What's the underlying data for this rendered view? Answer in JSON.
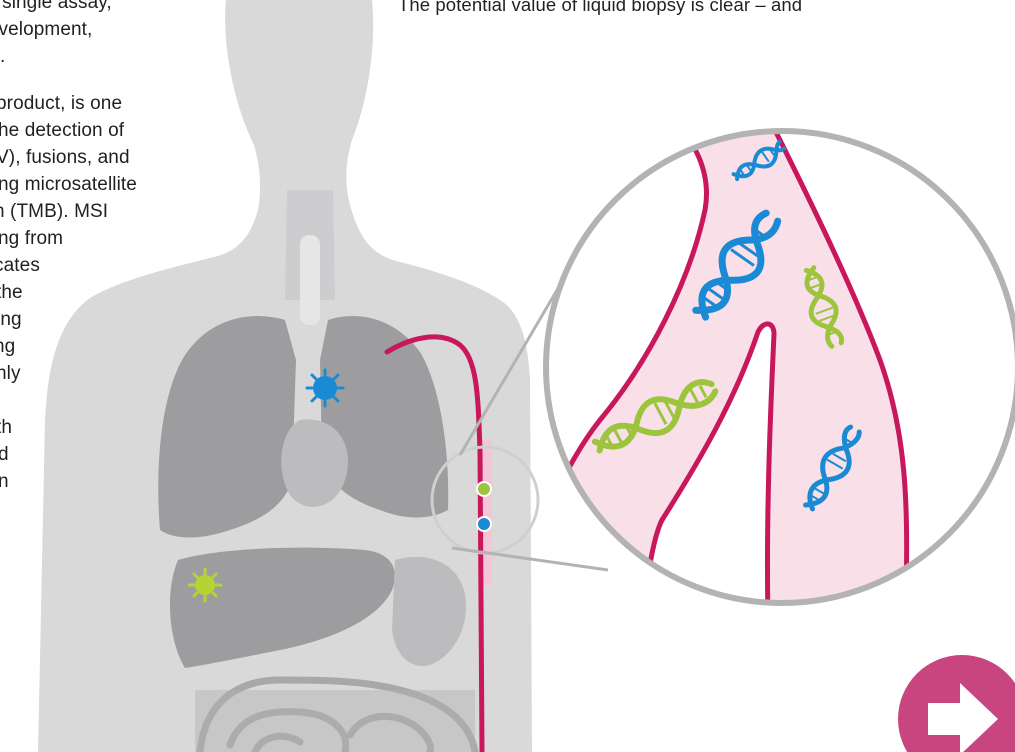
{
  "article": {
    "left_text_lines": [
      "o a single assay,\"",
      "Development,",
      ".",
      "product, is one",
      "he detection of",
      "V), fusions, and",
      "ng microsatellite",
      "n (TMB). MSI",
      "ng from",
      "cates",
      "the",
      "ing",
      "ng",
      "nly",
      "th",
      "d",
      "n"
    ],
    "right_text_line": "The potential value of liquid biopsy is clear – and"
  },
  "illustration": {
    "colors": {
      "body": "#d9d9d9",
      "organ": "#9d9d9f",
      "organ_light": "#bcbcbe",
      "vessel": "#c8175d",
      "vessel_fill": "#f9dfe8",
      "magnifier_ring": "#b3b3b3",
      "dna_blue": "#1a8ad4",
      "dna_green": "#9dc43d",
      "tumor_blue": "#1a8ad4",
      "tumor_green": "#b5d334"
    },
    "icons": [
      "human-body-silhouette",
      "lungs",
      "liver",
      "intestines",
      "tumor-blue-icon",
      "tumor-green-icon",
      "blood-vessel",
      "magnifier",
      "dna-icon"
    ]
  },
  "navigation": {
    "next_button_color": "#c9457f",
    "next_icon": "arrow-right-icon"
  }
}
